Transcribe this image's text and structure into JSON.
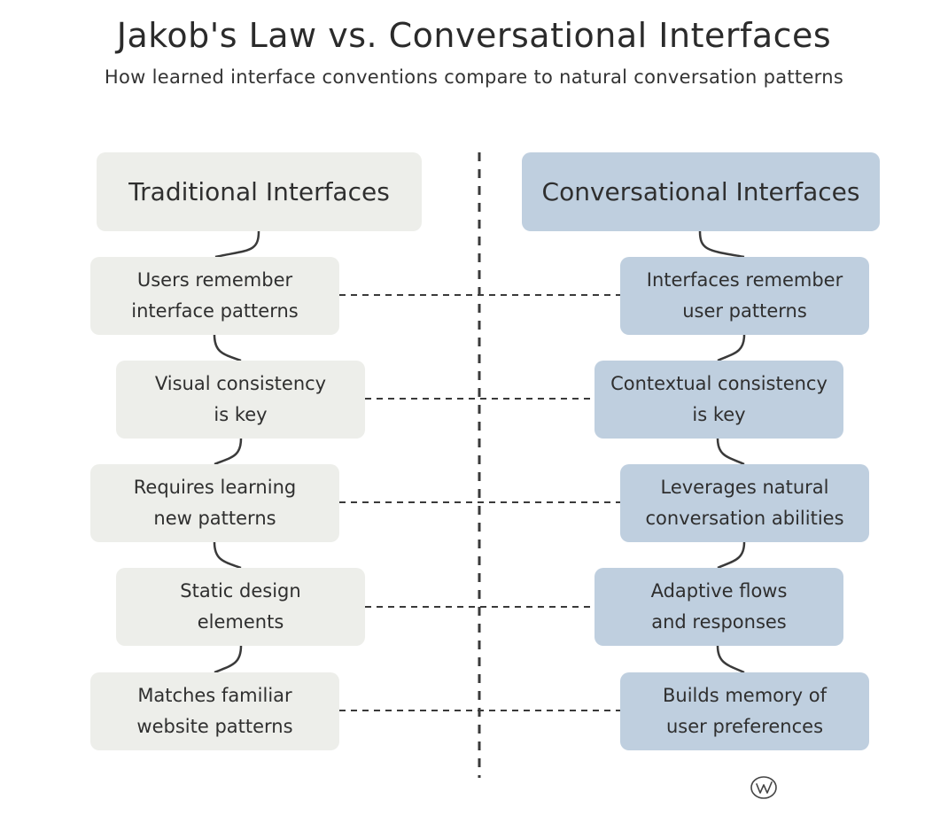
{
  "title": "Jakob's Law vs. Conversational Interfaces",
  "subtitle": "How learned interface conventions compare to natural conversation patterns",
  "colors": {
    "traditional_box": "#edeeea",
    "conversational_box": "#bfcfdf",
    "lines": "#3a3a3a"
  },
  "traditional": {
    "header": "Traditional Interfaces",
    "items": [
      "Users remember\ninterface patterns",
      "Visual consistency\nis key",
      "Requires learning\nnew patterns",
      "Static design\nelements",
      "Matches familiar\nwebsite patterns"
    ]
  },
  "conversational": {
    "header": "Conversational Interfaces",
    "items": [
      "Interfaces remember\nuser patterns",
      "Contextual consistency\nis key",
      "Leverages natural\nconversation abilities",
      "Adaptive flows\nand responses",
      "Builds memory of\nuser preferences"
    ]
  },
  "watermark_icon": "signature-logo"
}
